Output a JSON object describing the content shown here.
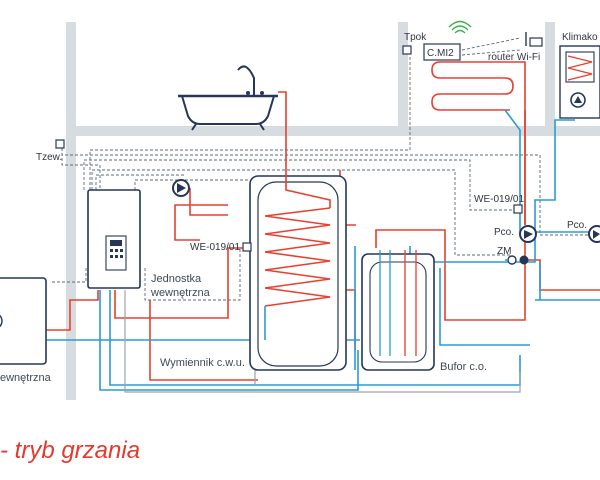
{
  "labels": {
    "tpok": "Tpok",
    "cmi2": "C.MI2",
    "router": "router Wi-Fi",
    "klima": "Klimako",
    "tzew": "Tzew.",
    "we_left": "WE-019/01",
    "we_right": "WE-019/01",
    "pco1": "Pco.",
    "pco2": "Pco.",
    "zm": "ZM",
    "jednostka_line1": "Jednostka",
    "jednostka_line2": "wewnętrzna",
    "zew_partial": "ewnętrzna",
    "wymiennik": "Wymiennik c.w.u.",
    "bufor": "Bufor c.o."
  },
  "caption": "- tryb grzania",
  "colors": {
    "supply": "#e7402e",
    "return": "#2a9bd6",
    "wall": "#d7dce1",
    "equipment": "#26365a",
    "caption": "#e23a2c"
  },
  "icons": [
    "bathtub-icon",
    "wifi-icon",
    "pump-icon",
    "sensor-icon",
    "fan-coil-icon"
  ]
}
